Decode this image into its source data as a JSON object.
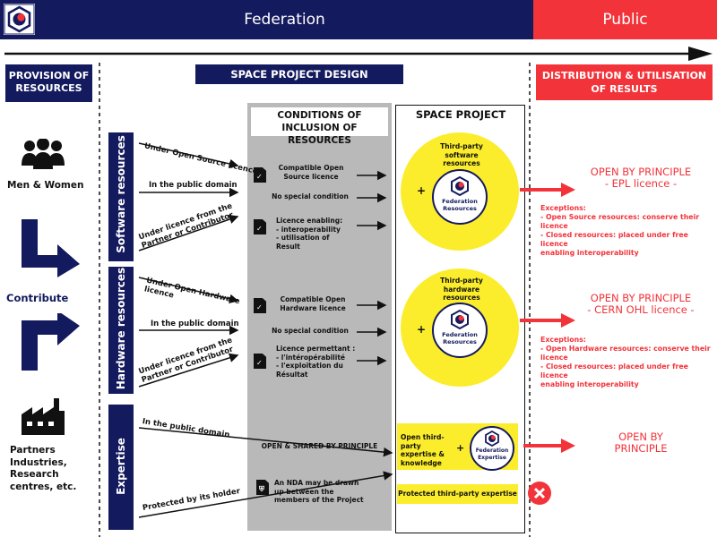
{
  "header": {
    "federation_label": "Federation",
    "public_label": "Public",
    "colors": {
      "navy": "#141a5e",
      "red": "#f2333a",
      "yellow": "#fbed2b",
      "grey": "#b9b9b9"
    }
  },
  "sections": {
    "provision": "PROVISION OF RESOURCES",
    "design": "SPACE PROJECT DESIGN",
    "distribution": "DISTRIBUTION & UTILISATION OF RESULTS",
    "conditions": "CONDITIONS OF INCLUSION OF RESOURCES",
    "space_project": "SPACE PROJECT"
  },
  "left": {
    "men_women": "Men & Women",
    "contribute": "Contribute",
    "partners": "Partners Industries, Research centres, etc."
  },
  "categories": {
    "software": "Software resources",
    "hardware": "Hardware resources",
    "expertise": "Expertise"
  },
  "routes": {
    "sw_open": "Under Open Source licence",
    "sw_public": "In the public domain",
    "sw_partner": "Under licence from the Partner or Contributor",
    "hw_open": "Under Open Hardware licence",
    "hw_public": "In the public domain",
    "hw_partner": "Under licence from the Partner or Contributor",
    "ex_public": "In the public domain",
    "ex_protected": "Protected by its holder"
  },
  "conditions": {
    "sw_compat": "Compatible Open Source licence",
    "sw_nospecial": "No special condition",
    "sw_enabling": "Licence enabling:\n- interoperability\n- utilisation of\nResult",
    "hw_compat": "Compatible Open Hardware licence",
    "hw_nospecial": "No special condition",
    "hw_permettant": "Licence permettant :\n- l'intéropérabilité\n- l'exploitation du\nRésultat",
    "ex_shared": "OPEN & SHARED BY PRINCIPLE",
    "ex_nda": "An NDA may be drawn up between the members of the Project"
  },
  "project": {
    "sw_third": "Third-party software resources",
    "hw_third": "Third-party hardware resources",
    "fed_resources": "Federation Resources",
    "open_expertise": "Open third-party expertise & knowledge",
    "fed_expertise": "Federation Expertise",
    "protected": "Protected third-party expertise",
    "plus": "+"
  },
  "results": {
    "sw_open": "OPEN BY PRINCIPLE\n- EPL licence -",
    "sw_exceptions": "Exceptions:\n- Open Source resources: conserve their licence\n- Closed resources: placed under free licence\nenabling interoperability",
    "hw_open": "OPEN BY PRINCIPLE\n- CERN OHL licence -",
    "hw_exceptions": "Exceptions:\n- Open Hardware resources: conserve their\nlicence\n- Closed resources: placed under free licence\nenabling interoperability",
    "ex_open": "OPEN BY\nPRINCIPLE"
  }
}
